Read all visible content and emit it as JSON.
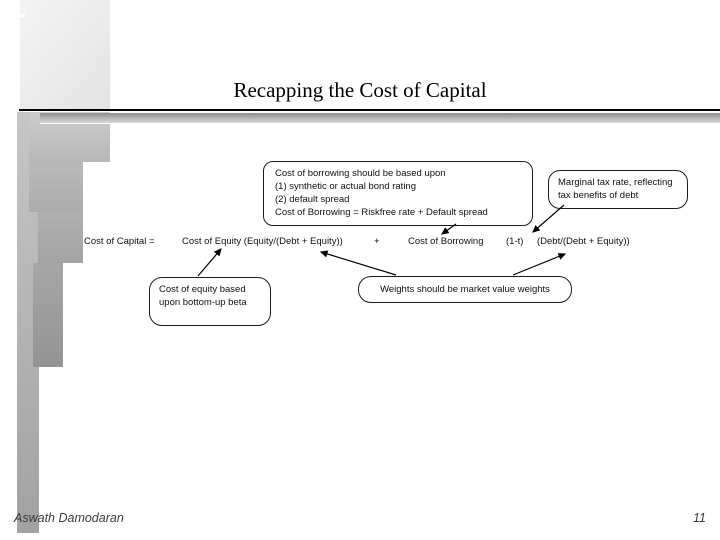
{
  "slide": {
    "title": "Recapping the Cost of Capital",
    "footer_left": "Aswath Damodaran",
    "page_number": "11"
  },
  "formula": {
    "lhs": "Cost of Capital =",
    "equity_term": "Cost of Equity (Equity/(Debt + Equity))",
    "plus": "+",
    "borrowing_term": "Cost of Borrowing",
    "tax_term": "(1-t)",
    "debt_weight_term": "(Debt/(Debt + Equity))"
  },
  "callouts": {
    "borrowing_note": {
      "lines": [
        "Cost of borrowing should be based upon",
        "(1) synthetic or actual bond rating",
        "(2) default spread",
        "Cost of Borrowing = Riskfree rate + Default spread"
      ]
    },
    "tax_note": {
      "text": "Marginal tax rate, reflecting tax benefits of debt"
    },
    "equity_note": {
      "text": "Cost of equity based upon bottom-up beta"
    },
    "weights_note": {
      "text": "Weights should be market value weights"
    }
  }
}
